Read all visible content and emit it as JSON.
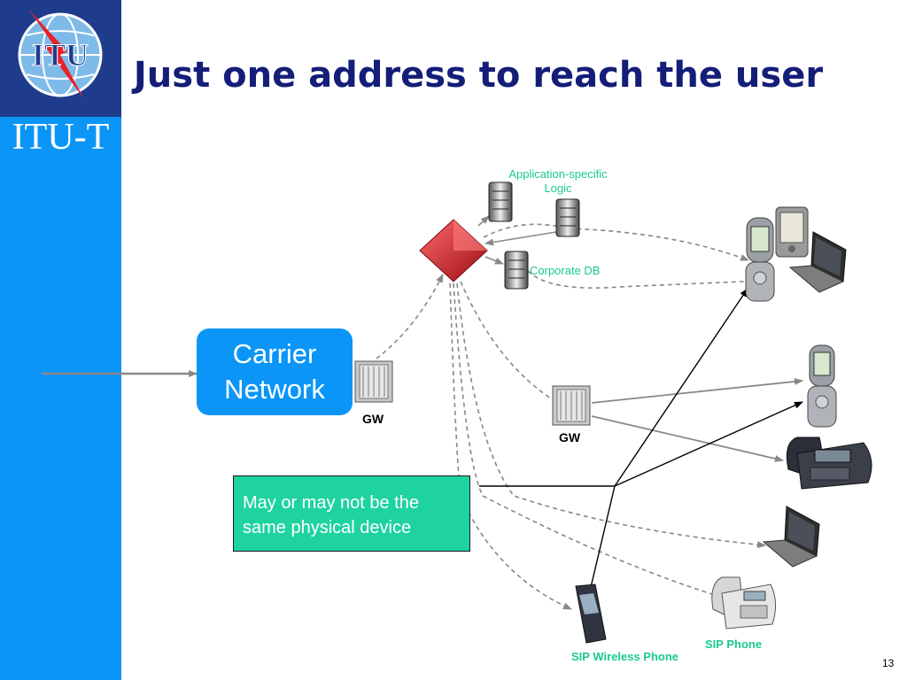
{
  "sidebar": {
    "logo_text": "ITU",
    "org_label": "ITU-T"
  },
  "slide": {
    "title": "Just one address to reach the user",
    "page_number": "13"
  },
  "diagram": {
    "carrier_line1": "Carrier",
    "carrier_line2": "Network",
    "gw_label_left": "GW",
    "gw_label_mid": "GW",
    "app_logic_line1": "Application-specific",
    "app_logic_line2": "Logic",
    "corporate_db": "Corporate DB",
    "note_line1": "May or may not be the",
    "note_line2": "same physical device",
    "sip_wireless_phone": "SIP Wireless Phone",
    "sip_phone": "SIP Phone"
  },
  "colors": {
    "sidebar_blue": "#0a95f7",
    "logo_navy": "#1f3c8c",
    "title_navy": "#141e78",
    "note_green": "#1fd3a0",
    "label_green": "#19c98f",
    "proxy_red": "#d4202a"
  }
}
